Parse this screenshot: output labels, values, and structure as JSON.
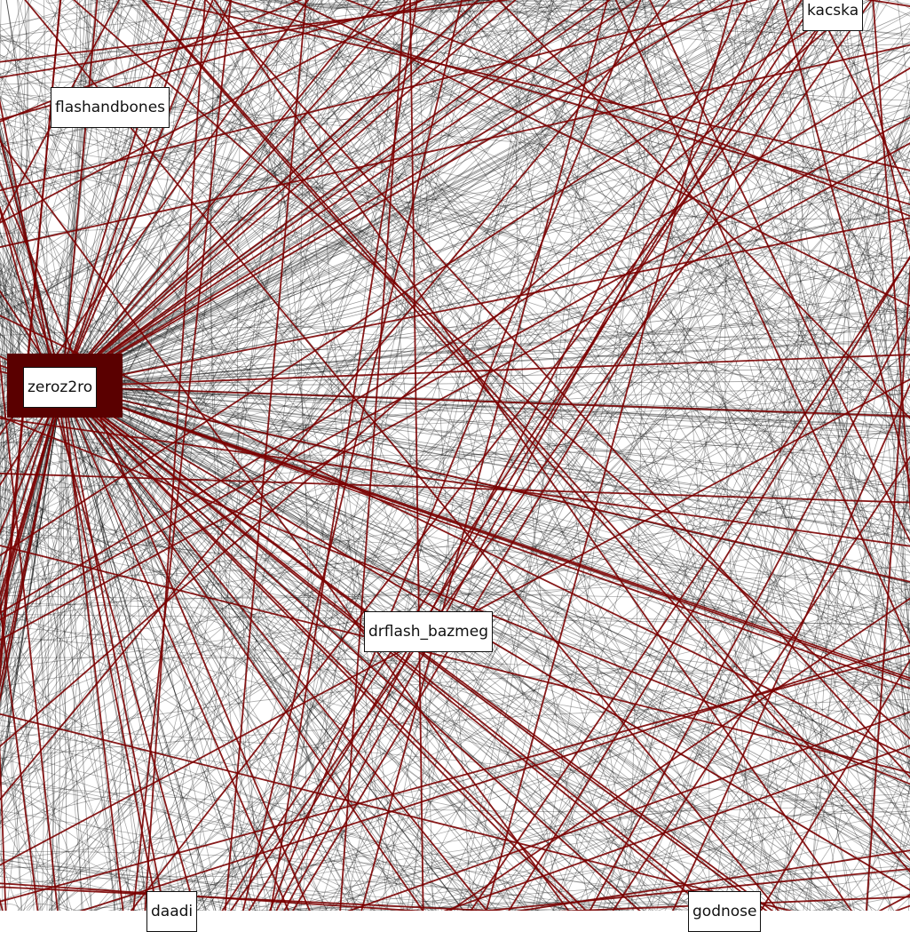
{
  "graph": {
    "edge_colors": {
      "default": "#000000",
      "highlight": "#7a0000"
    },
    "node_label_style": {
      "background": "#ffffff",
      "border": "#111111",
      "text": "#111111"
    },
    "nodes": [
      {
        "id": "kacska",
        "label": "kacska"
      },
      {
        "id": "flashandbones",
        "label": "flashandbones"
      },
      {
        "id": "zeroz2ro",
        "label": "zeroz2ro"
      },
      {
        "id": "drflash_bazmeg",
        "label": "drflash_bazmeg"
      },
      {
        "id": "daadi",
        "label": "daadi"
      },
      {
        "id": "godnose",
        "label": "godnose"
      }
    ]
  }
}
